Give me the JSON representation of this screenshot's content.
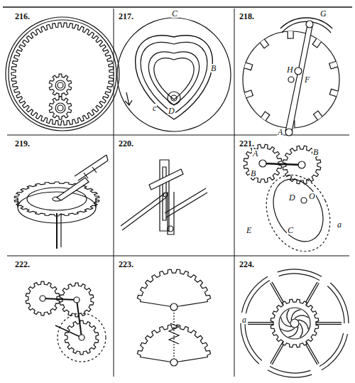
{
  "diagram": {
    "labels": [
      "216.",
      "217.",
      "218.",
      "219.",
      "220.",
      "221.",
      "222.",
      "223.",
      "224.",
      "C",
      "B",
      "c",
      "D",
      "G",
      "H",
      "F",
      "A",
      "A",
      "B",
      "B",
      "D",
      "O",
      "C",
      "E",
      "a",
      "a"
    ]
  }
}
